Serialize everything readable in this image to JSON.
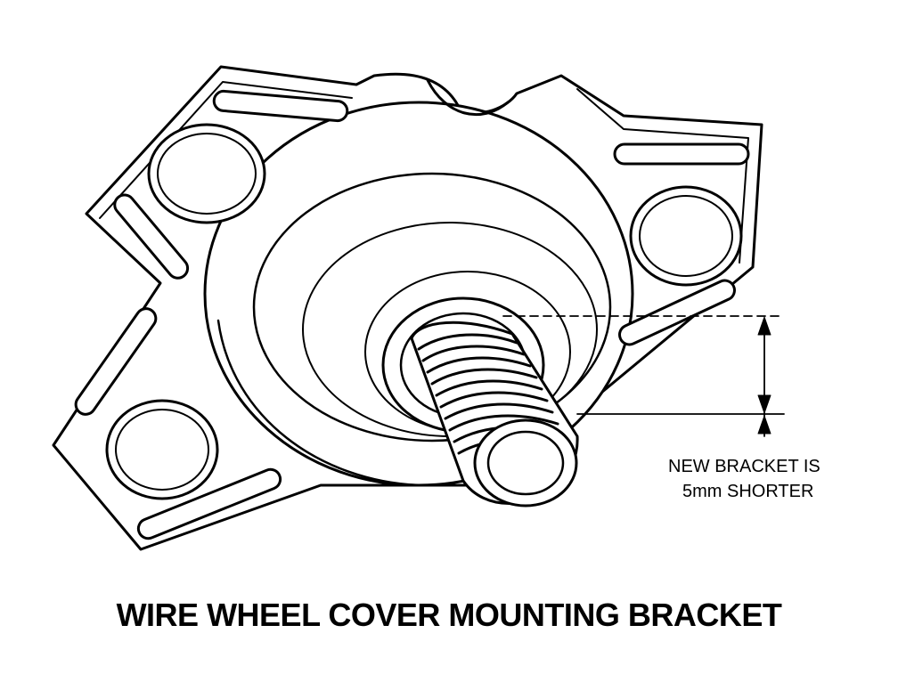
{
  "annotation": {
    "line1": "NEW BRACKET IS",
    "line2": "5mm SHORTER"
  },
  "caption": "WIRE WHEEL COVER MOUNTING BRACKET",
  "colors": {
    "ink": "#000000",
    "paper": "#ffffff"
  }
}
